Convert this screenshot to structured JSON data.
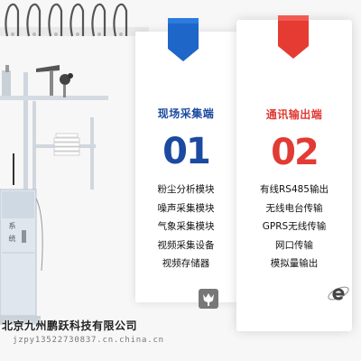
{
  "left_panel": {
    "title": "现场采集端",
    "number": "01",
    "items": [
      "粉尘分析模块",
      "噪声采集模块",
      "气象采集模块",
      "视频采集设备",
      "视频存储器"
    ],
    "accent_color": "#1b4aa0",
    "badge_icon": "tulip-icon"
  },
  "right_panel": {
    "title": "通讯输出端",
    "number": "02",
    "items": [
      "有线RS485输出",
      "无线电台传输",
      "GPRS无线传输",
      "网口传输",
      "模拟量输出"
    ],
    "accent_color": "#e23a34",
    "badge_icon": "ie-logo-icon"
  },
  "device_label": "系统",
  "watermark": {
    "company": "北京九州鹏跃科技有限公司",
    "url": "jzpy13522730837.cn.china.cn"
  }
}
